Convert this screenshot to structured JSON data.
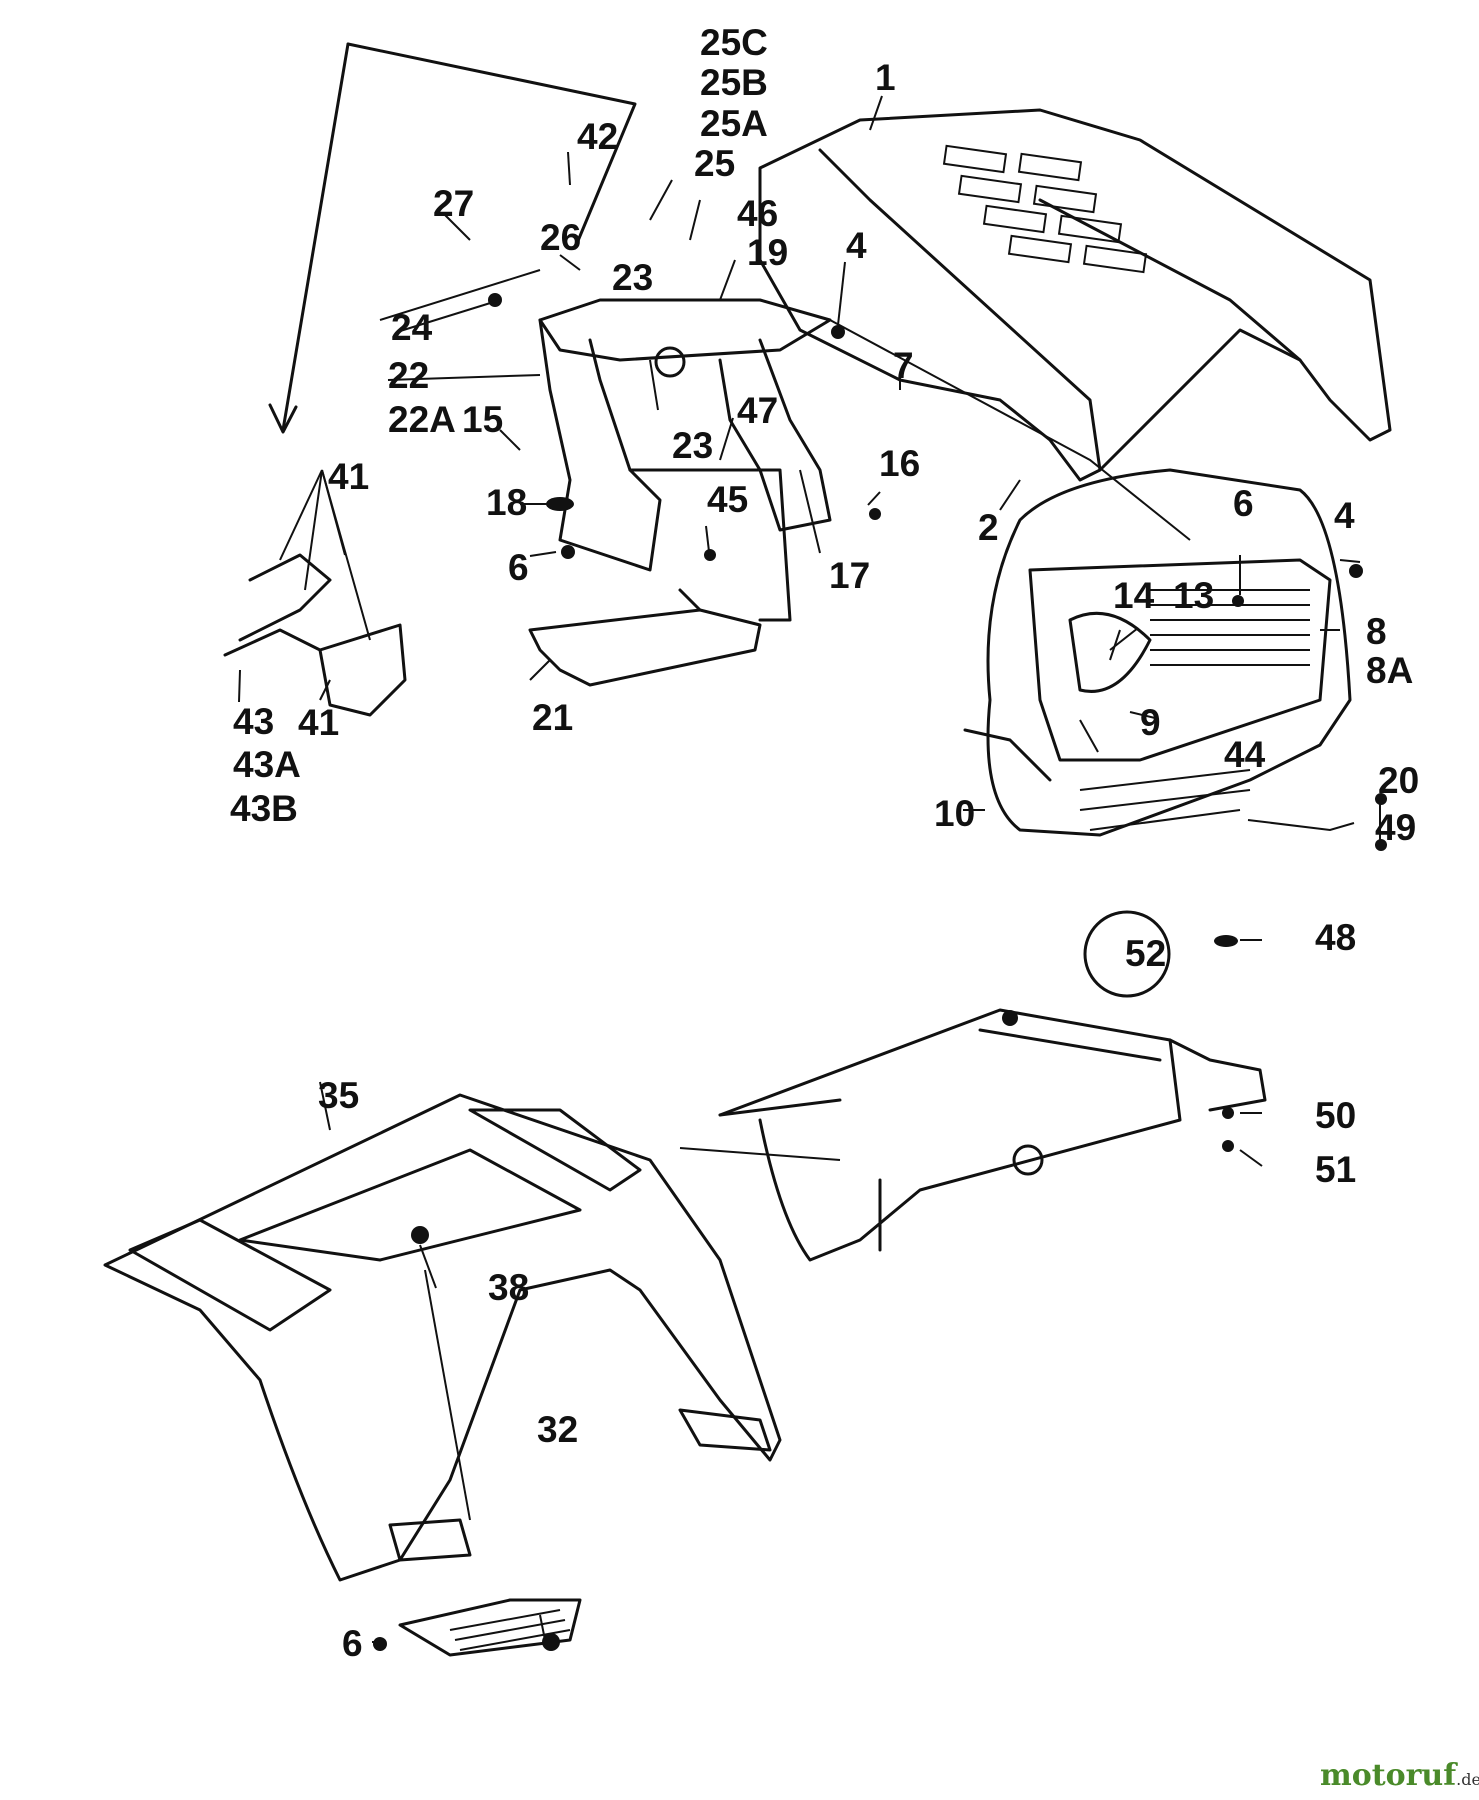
{
  "labels": [
    "1",
    "2",
    "4",
    "4",
    "6",
    "6",
    "6",
    "7",
    "8",
    "8A",
    "9",
    "10",
    "13",
    "14",
    "15",
    "16",
    "17",
    "18",
    "19",
    "20",
    "21",
    "22",
    "22A",
    "23",
    "23",
    "24",
    "25",
    "25A",
    "25B",
    "25C",
    "26",
    "27",
    "32",
    "35",
    "38",
    "41",
    "41",
    "42",
    "43",
    "43A",
    "43B",
    "44",
    "45",
    "46",
    "47",
    "48",
    "49",
    "50",
    "51",
    "52"
  ],
  "watermark": {
    "brand": "motoruf",
    "tld": ".de",
    "brand_color": "#4a8a2a",
    "tld_color": "#333333"
  }
}
